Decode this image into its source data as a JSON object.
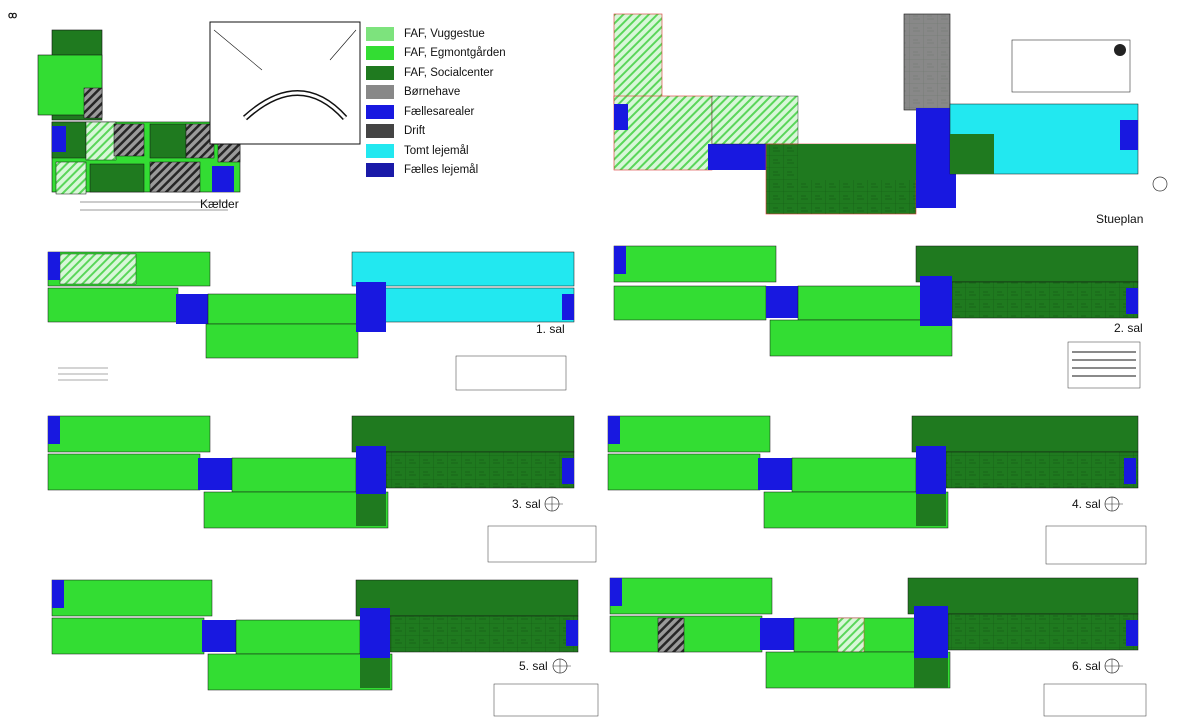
{
  "legend": {
    "items": [
      {
        "label": "FAF, Vuggestue",
        "color": "#7de37d",
        "pattern": "hatch-light"
      },
      {
        "label": "FAF, Egmontgården",
        "color": "#33dd33",
        "pattern": "solid"
      },
      {
        "label": "FAF, Socialcenter",
        "color": "#1f7a1f",
        "pattern": "solid"
      },
      {
        "label": "Børnehave",
        "color": "#888888",
        "pattern": "solid"
      },
      {
        "label": "Fællesarealer",
        "color": "#1818e0",
        "pattern": "solid"
      },
      {
        "label": "Drift",
        "color": "#444444",
        "pattern": "hatch-dark"
      },
      {
        "label": "Tomt lejemål",
        "color": "#22e8f0",
        "pattern": "solid"
      },
      {
        "label": "Fælles lejemål",
        "color": "#1a1aa8",
        "pattern": "solid"
      }
    ]
  },
  "plans": [
    {
      "label": "Kælder"
    },
    {
      "label": "Stueplan"
    },
    {
      "label": "1. sal"
    },
    {
      "label": "2. sal"
    },
    {
      "label": "3. sal"
    },
    {
      "label": "4. sal"
    },
    {
      "label": "5. sal"
    },
    {
      "label": "6. sal"
    }
  ]
}
